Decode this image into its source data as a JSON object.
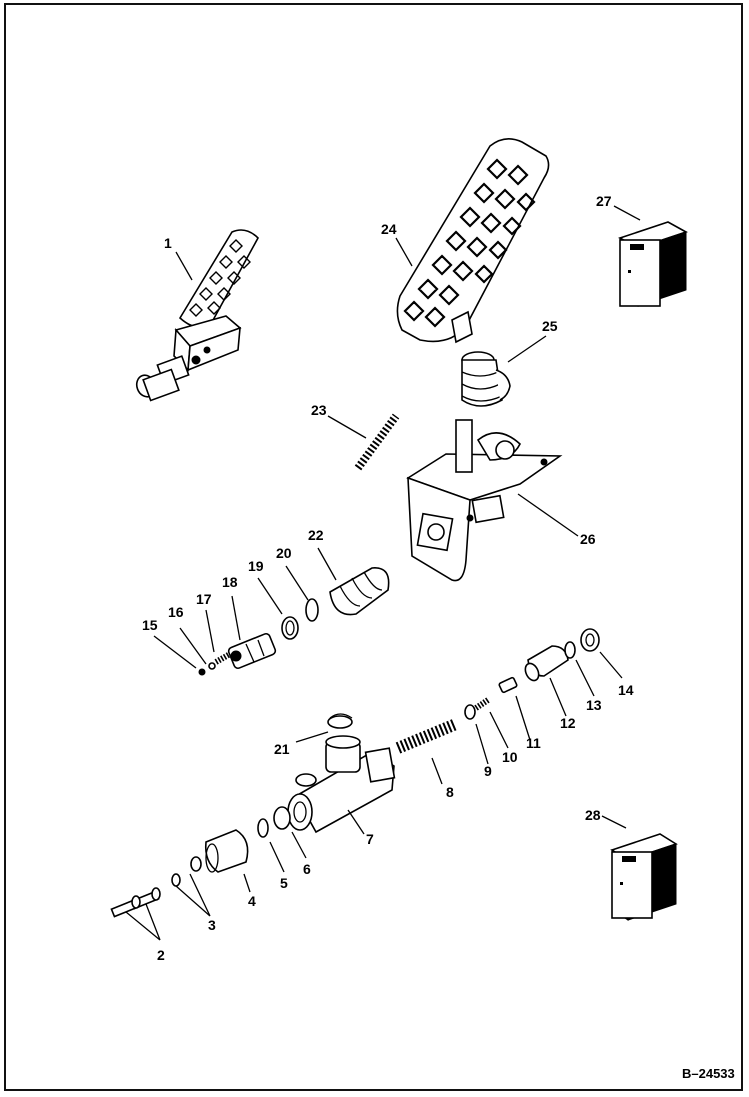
{
  "figure_ref": "B–24533",
  "callouts": [
    {
      "id": "1",
      "label": "1"
    },
    {
      "id": "2",
      "label": "2"
    },
    {
      "id": "3",
      "label": "3"
    },
    {
      "id": "4",
      "label": "4"
    },
    {
      "id": "5",
      "label": "5"
    },
    {
      "id": "6",
      "label": "6"
    },
    {
      "id": "7",
      "label": "7"
    },
    {
      "id": "8",
      "label": "8"
    },
    {
      "id": "9",
      "label": "9"
    },
    {
      "id": "10",
      "label": "10"
    },
    {
      "id": "11",
      "label": "11"
    },
    {
      "id": "12",
      "label": "12"
    },
    {
      "id": "13",
      "label": "13"
    },
    {
      "id": "14",
      "label": "14"
    },
    {
      "id": "15",
      "label": "15"
    },
    {
      "id": "16",
      "label": "16"
    },
    {
      "id": "17",
      "label": "17"
    },
    {
      "id": "18",
      "label": "18"
    },
    {
      "id": "19",
      "label": "19"
    },
    {
      "id": "20",
      "label": "20"
    },
    {
      "id": "21",
      "label": "21"
    },
    {
      "id": "22",
      "label": "22"
    },
    {
      "id": "23",
      "label": "23"
    },
    {
      "id": "24",
      "label": "24"
    },
    {
      "id": "25",
      "label": "25"
    },
    {
      "id": "26",
      "label": "26"
    },
    {
      "id": "27",
      "label": "27"
    },
    {
      "id": "28",
      "label": "28"
    }
  ]
}
